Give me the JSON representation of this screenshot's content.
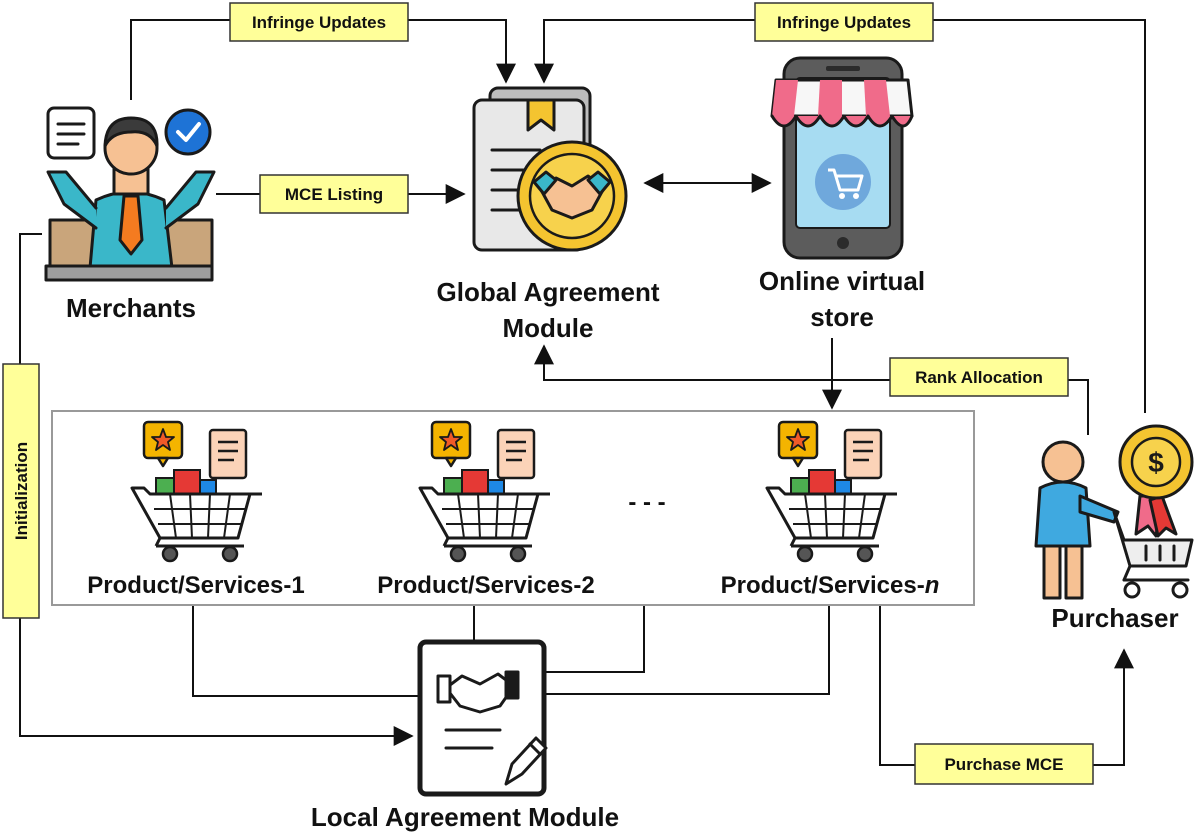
{
  "nodes": {
    "merchants": "Merchants",
    "global_agreement": [
      "Global Agreement",
      "Module"
    ],
    "online_store": [
      "Online virtual",
      "store"
    ],
    "purchaser": "Purchaser",
    "local_agreement": "Local Agreement Module"
  },
  "products": {
    "p1": "Product/Services-1",
    "p2": "Product/Services-2",
    "pn_prefix": "Product/Services-",
    "pn_suffix": "n",
    "ellipsis": "- - -"
  },
  "edge_labels": {
    "infringe_left": "Infringe Updates",
    "infringe_right": "Infringe Updates",
    "mce_listing": "MCE Listing",
    "rank_allocation": "Rank Allocation",
    "initialization": "Initialization",
    "purchase_mce": "Purchase MCE"
  },
  "colors": {
    "label_fill": "#ffff99",
    "skin": "#f6c193",
    "shirt": "#3ab7c9",
    "tie": "#f47b20",
    "box": "#c9a57b",
    "awning_pink": "#f06b8a",
    "phone_screen": "#a7dcf2",
    "cart_blue": "#6fa8dc",
    "coin_gold": "#f4c430",
    "star_bg": "#f4b400"
  }
}
